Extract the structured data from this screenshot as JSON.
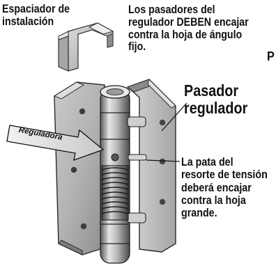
{
  "labels": {
    "espaciador": [
      "Espaciador de",
      "instalación"
    ],
    "pasadores_note": [
      "Los pasadores del",
      "regulador DEBEN encajar",
      "contra la hoja de ángulo",
      "fijo."
    ],
    "edge_letter": "P",
    "pasador_regulador": [
      "Pasador",
      "regulador"
    ],
    "pata_note": [
      "La pata del",
      "resorte de tensión",
      "deberá encajar",
      "contra la hoja",
      "grande."
    ],
    "reguladora": "Reguladora"
  }
}
